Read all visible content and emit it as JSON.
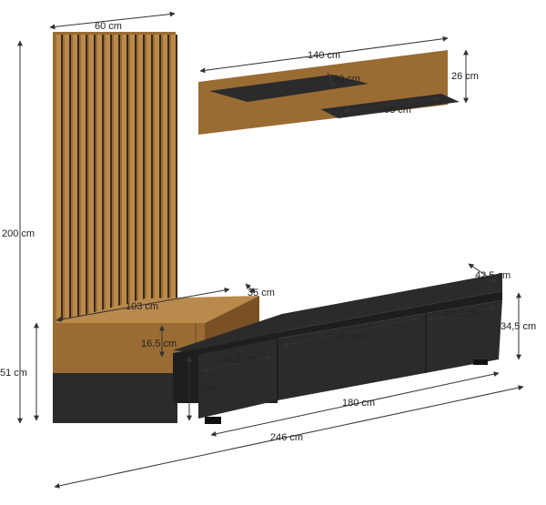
{
  "colors": {
    "oak": "#9a6c34",
    "oak_dark": "#7a5125",
    "oak_light": "#b98a4c",
    "black": "#2b2b2b",
    "black_dark": "#1e1e1e",
    "line": "#333333"
  },
  "dimensions": {
    "panel_width": "60 cm",
    "panel_height": "200 cm",
    "shelf_board_width": "140 cm",
    "shelf_board_height": "26 cm",
    "shelf_depth": "20 cm",
    "shelf_width": "68 cm",
    "cabinet_width": "103 cm",
    "cabinet_depth": "35 cm",
    "cabinet_front_height": "16,5 cm",
    "cabinet_mount_height": "51 cm",
    "lowboard_door_width": "44,2 cm",
    "lowboard_right_door_width": "44,2 cm",
    "lowboard_middle_width": "91 cm",
    "lowboard_height": "30 cm",
    "lowboard_width": "180 cm",
    "lowboard_depth": "42,5 cm",
    "lowboard_total_height": "34,5 cm",
    "total_width": "246 cm"
  }
}
